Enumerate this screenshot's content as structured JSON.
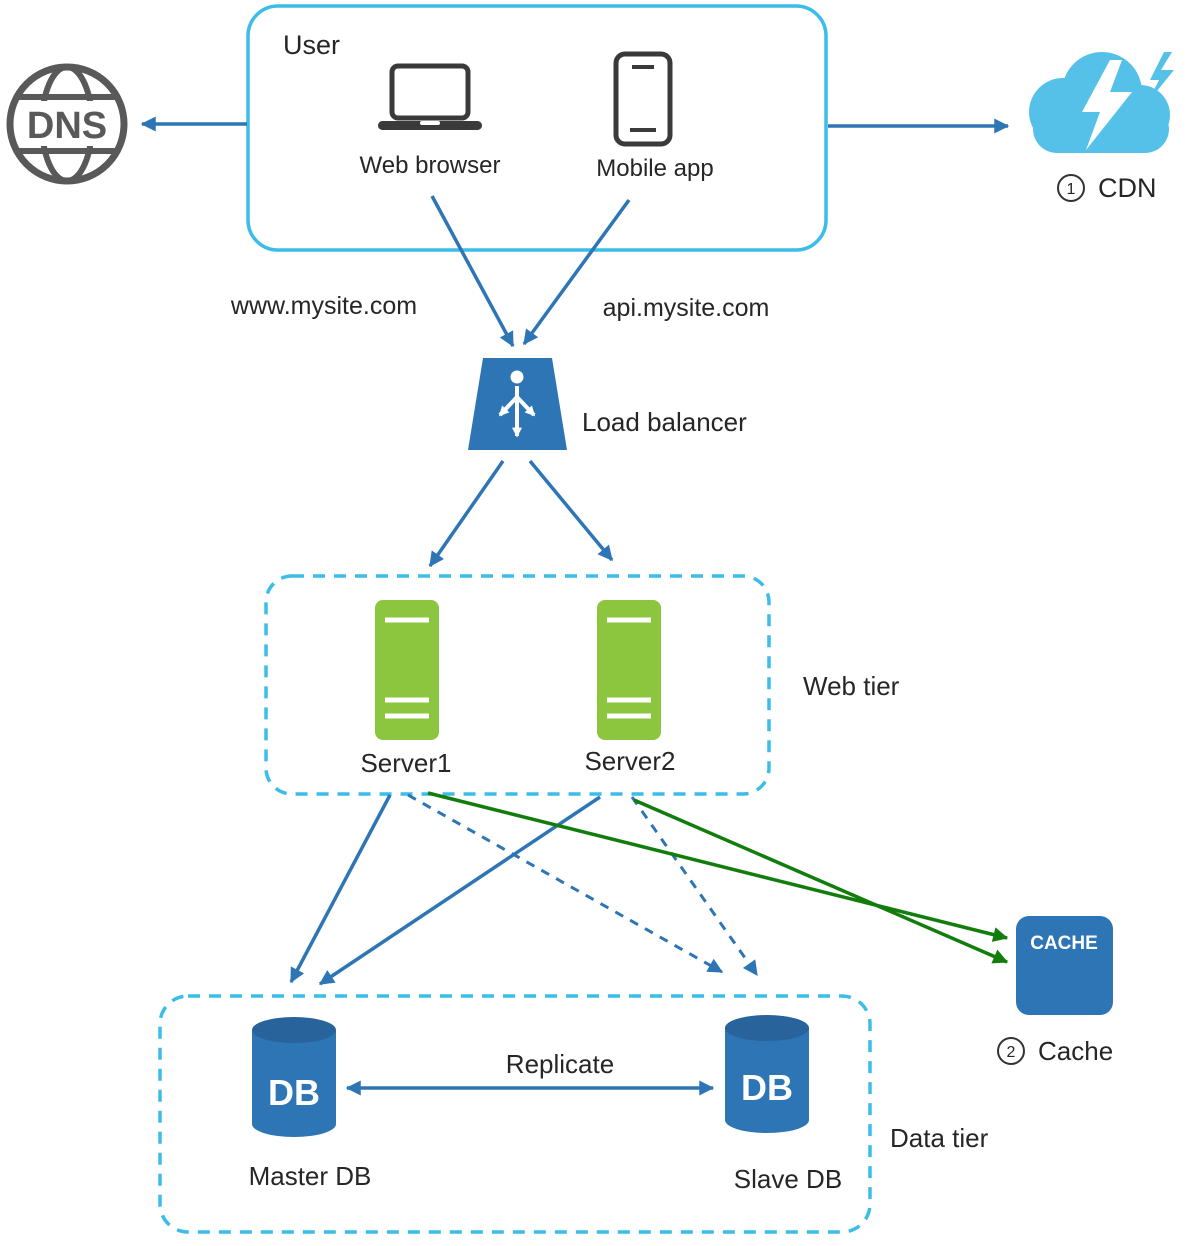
{
  "diagram": {
    "dns": {
      "label": "DNS"
    },
    "user": {
      "title": "User",
      "web_browser_label": "Web browser",
      "mobile_app_label": "Mobile app"
    },
    "cdn": {
      "number": "1",
      "label": "CDN"
    },
    "routes": {
      "www": "www.mysite.com",
      "api": "api.mysite.com"
    },
    "load_balancer": {
      "label": "Load balancer"
    },
    "web_tier": {
      "label": "Web tier",
      "server1": "Server1",
      "server2": "Server2"
    },
    "cache": {
      "box_label": "CACHE",
      "number": "2",
      "label": "Cache"
    },
    "data_tier": {
      "label": "Data tier",
      "db_text": "DB",
      "master_label": "Master DB",
      "slave_label": "Slave DB",
      "replicate_label": "Replicate"
    },
    "colors": {
      "blue": "#2e75b6",
      "bluedark": "#28639b",
      "cyan": "#3bbde8",
      "servergreen": "#8cc63e",
      "greenarrow": "#127d0c",
      "cloud": "#55c1e9",
      "dark": "#595959",
      "icon": "#3a3a3a",
      "text": "#262626"
    }
  }
}
